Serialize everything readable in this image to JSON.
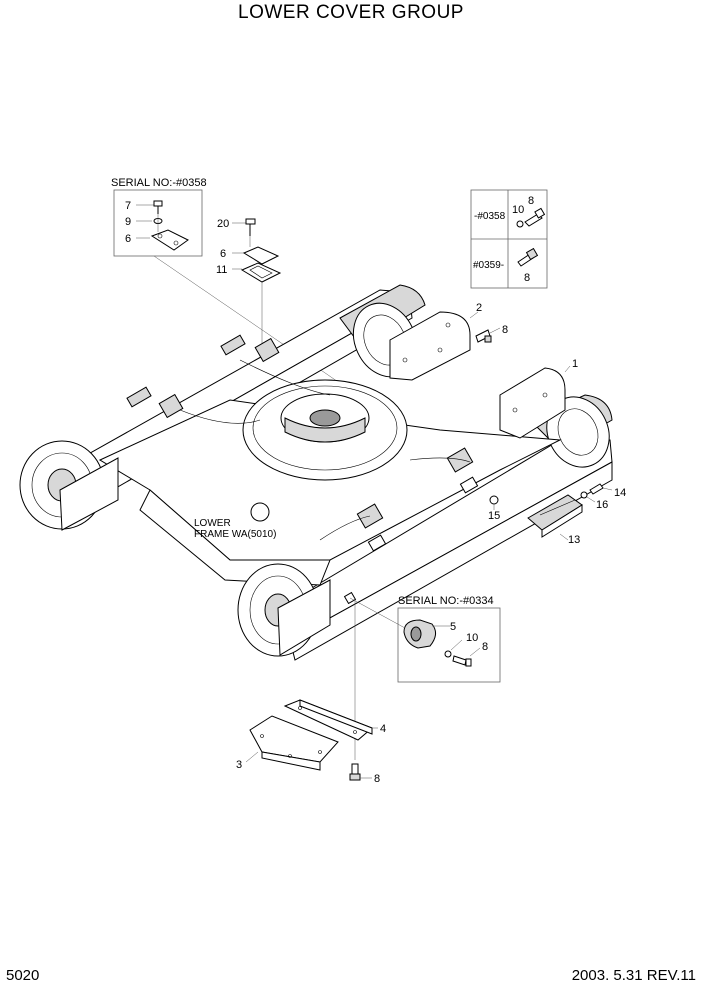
{
  "title": "LOWER COVER GROUP",
  "page_number": "5020",
  "revision": "2003. 5.31 REV.11",
  "callouts": {
    "serial_top": "SERIAL NO:-#0358",
    "serial_bottom": "SERIAL NO:-#0334",
    "lower_frame_line1": "LOWER",
    "lower_frame_line2": "FRAME WA(5010)",
    "range_early": "-#0358",
    "range_late": "#0359-"
  },
  "part_labels": {
    "p1": "1",
    "p2": "2",
    "p3": "3",
    "p4": "4",
    "p5": "5",
    "p6a": "6",
    "p6b": "6",
    "p7": "7",
    "p8a": "8",
    "p8b": "8",
    "p8c": "8",
    "p8d": "8",
    "p8e": "8",
    "p9": "9",
    "p10a": "10",
    "p10b": "10",
    "p11": "11",
    "p13": "13",
    "p14": "14",
    "p15": "15",
    "p16": "16",
    "p20": "20"
  }
}
